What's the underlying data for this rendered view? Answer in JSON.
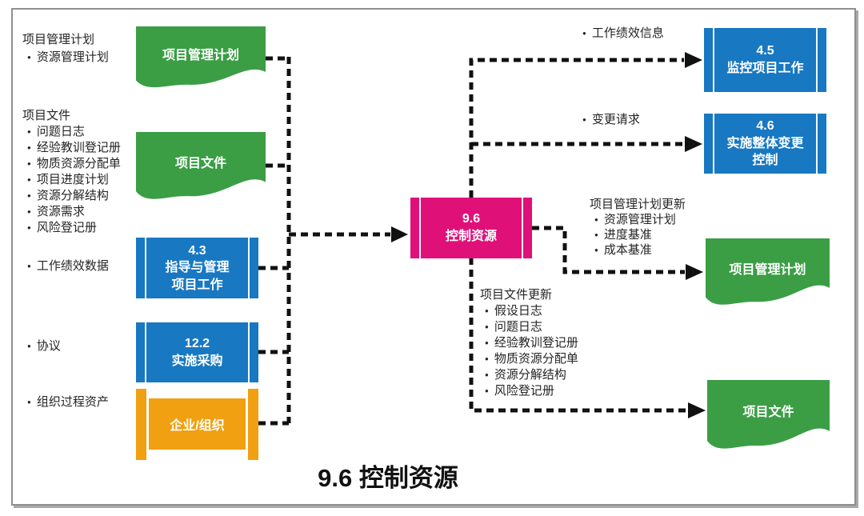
{
  "diagram_title": "9.6 控制资源",
  "colors": {
    "green": "#3B9E45",
    "blue": "#1878C2",
    "magenta": "#DF1179",
    "orange": "#F0A011",
    "line": "#111111"
  },
  "left_labels": [
    {
      "header": "项目管理计划",
      "items": [
        "资源管理计划"
      ]
    },
    {
      "header": "项目文件",
      "items": [
        "问题日志",
        "经验教训登记册",
        "物质资源分配单",
        "项目进度计划",
        "资源分解结构",
        "资源需求",
        "风险登记册"
      ]
    },
    {
      "items": [
        "工作绩效数据"
      ]
    },
    {
      "items": [
        "协议"
      ]
    },
    {
      "items": [
        "组织过程资产"
      ]
    }
  ],
  "left_shapes": [
    {
      "type": "document",
      "label": "项目管理计划"
    },
    {
      "type": "document",
      "label": "项目文件"
    },
    {
      "type": "process",
      "id": "4.3",
      "name": "指导与管理\n项目工作"
    },
    {
      "type": "process",
      "id": "12.2",
      "name": "实施采购"
    },
    {
      "type": "organization",
      "label": "企业/组织"
    }
  ],
  "center_shape": {
    "type": "process",
    "id": "9.6",
    "name": "控制资源"
  },
  "right_labels": [
    {
      "items": [
        "工作绩效信息"
      ]
    },
    {
      "items": [
        "变更请求"
      ]
    },
    {
      "header": "项目管理计划更新",
      "items": [
        "资源管理计划",
        "进度基准",
        "成本基准"
      ]
    },
    {
      "header": "项目文件更新",
      "items": [
        "假设日志",
        "问题日志",
        "经验教训登记册",
        "物质资源分配单",
        "资源分解结构",
        "风险登记册"
      ]
    }
  ],
  "right_shapes": [
    {
      "type": "process",
      "id": "4.5",
      "name": "监控项目工作"
    },
    {
      "type": "process",
      "id": "4.6",
      "name": "实施整体变更\n控制"
    },
    {
      "type": "document",
      "label": "项目管理计划"
    },
    {
      "type": "document",
      "label": "项目文件"
    }
  ]
}
